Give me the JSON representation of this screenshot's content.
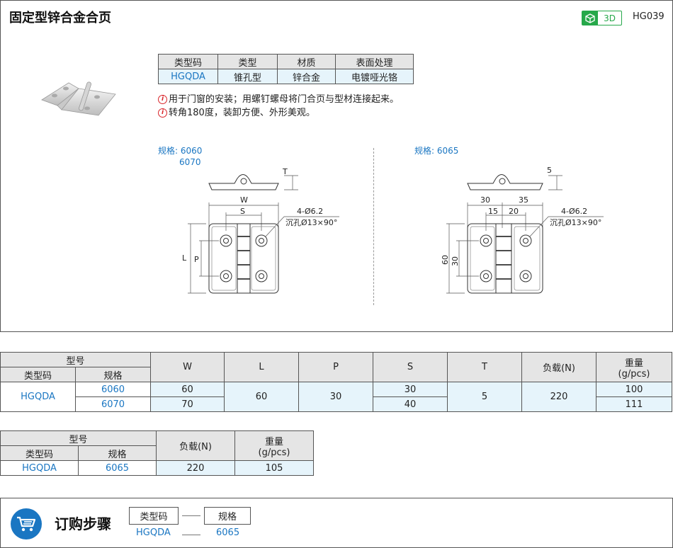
{
  "header": {
    "title": "固定型锌合金合页",
    "badge_3d": "3D",
    "code": "HG039"
  },
  "info_table": {
    "headers": [
      "类型码",
      "类型",
      "材质",
      "表面处理"
    ],
    "row": [
      "HGQDA",
      "锥孔型",
      "锌合金",
      "电镀哑光铬"
    ]
  },
  "features": [
    "用于门窗的安装；用螺钉螺母将门合页与型材连接起来。",
    "转角180度，装卸方便、外形美观。"
  ],
  "drawings": {
    "left": {
      "spec_label": "规格: 6060",
      "spec_label2": "6070",
      "dim_T": "T",
      "dim_W": "W",
      "dim_S": "S",
      "dim_L": "L",
      "dim_P": "P",
      "hole_note1": "4-Ø6.2",
      "hole_note2": "沉孔Ø13×90°"
    },
    "right": {
      "spec_label": "规格: 6065",
      "dim_5": "5",
      "dim_30a": "30",
      "dim_35": "35",
      "dim_15": "15",
      "dim_20": "20",
      "dim_60": "60",
      "dim_30b": "30",
      "hole_note1": "4-Ø6.2",
      "hole_note2": "沉孔Ø13×90°"
    }
  },
  "main_table": {
    "group_header": "型号",
    "type_code_header": "类型码",
    "spec_header": "规格",
    "cols": [
      "W",
      "L",
      "P",
      "S",
      "T",
      "负载(N)"
    ],
    "weight_header_1": "重量",
    "weight_header_2": "(g/pcs)",
    "type_code": "HGQDA",
    "rows": [
      {
        "spec": "6060",
        "W": "60",
        "S": "30",
        "weight": "100"
      },
      {
        "spec": "6070",
        "W": "70",
        "S": "40",
        "weight": "111"
      }
    ],
    "L": "60",
    "P": "30",
    "T": "5",
    "load": "220"
  },
  "sub_table": {
    "group_header": "型号",
    "type_code_header": "类型码",
    "spec_header": "规格",
    "load_header": "负载(N)",
    "weight_header_1": "重量",
    "weight_header_2": "(g/pcs)",
    "row": {
      "type_code": "HGQDA",
      "spec": "6065",
      "load": "220",
      "weight": "105"
    }
  },
  "order": {
    "title": "订购步骤",
    "box1": "类型码",
    "box2": "规格",
    "val1": "HGQDA",
    "val2": "6065"
  },
  "colors": {
    "accent_blue": "#1a76c2",
    "highlight": "#e6f4fb",
    "header_gray": "#e5e5e5",
    "green_3d": "#26a84a",
    "warn_red": "#d9262b"
  }
}
